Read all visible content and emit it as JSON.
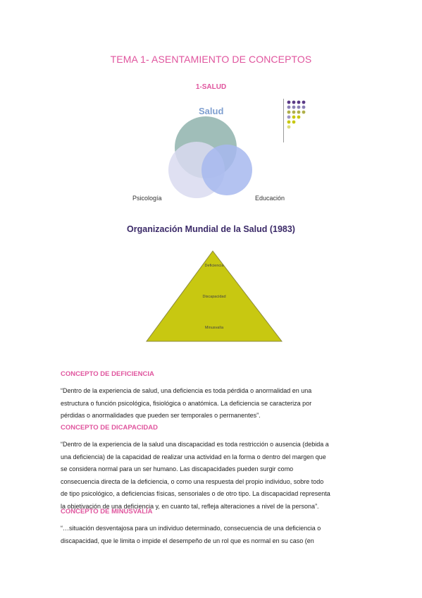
{
  "document": {
    "title": "TEMA 1- ASENTAMIENTO DE CONCEPTOS",
    "section": "1-SALUD",
    "venn": {
      "title": "Salud",
      "labels": [
        "Psicología",
        "Educación"
      ]
    },
    "oms_title": "Organización Mundial de la Salud (1983)",
    "pyramid": {
      "levels": [
        "Deficiencia",
        "Discapacidad",
        "Minusvalía"
      ]
    },
    "concepts": [
      {
        "heading": "CONCEPTO DE DEFICIENCIA",
        "lines": [
          "“Dentro de la experiencia de salud, una deficiencia es toda pérdida o anormalidad en una",
          "estructura o función psicológica, fisiológica o anatómica. La deficiencia se caracteriza por",
          "pérdidas o anormalidades que pueden ser temporales o permanentes”."
        ]
      },
      {
        "heading": "CONCEPTO DE DICAPACIDAD",
        "lines": [
          "“Dentro de la experiencia de la salud una discapacidad es toda restricción o ausencia (debida a",
          "una deficiencia) de la capacidad de realizar una actividad en la forma o dentro del margen que",
          "se considera normal para un ser humano. Las discapacidades pueden surgir como",
          "consecuencia directa de la deficiencia, o como una respuesta del propio individuo, sobre todo",
          "de tipo psicológico, a deficiencias físicas, sensoriales o de otro tipo. La discapacidad representa",
          "la objetivación de una deficiencia y, en cuanto tal, refleja alteraciones a nivel de la persona”."
        ]
      },
      {
        "heading": "CONCEPTO DE MINUSVALÍA",
        "lines": [
          "“…situación desventajosa para un individuo determinado, consecuencia de una deficiencia o",
          "discapacidad, que le limita o impide el desempeño de un rol que es normal en su caso (en"
        ]
      }
    ]
  },
  "colors": {
    "accent_pink": "#e0559e",
    "oms_purple": "#3b2a68",
    "pyramid_fill": "#c8c811",
    "circle_teal": "#8fb3ad",
    "circle_lavender": "#d9daf0",
    "circle_blue": "#a7b8ee"
  }
}
